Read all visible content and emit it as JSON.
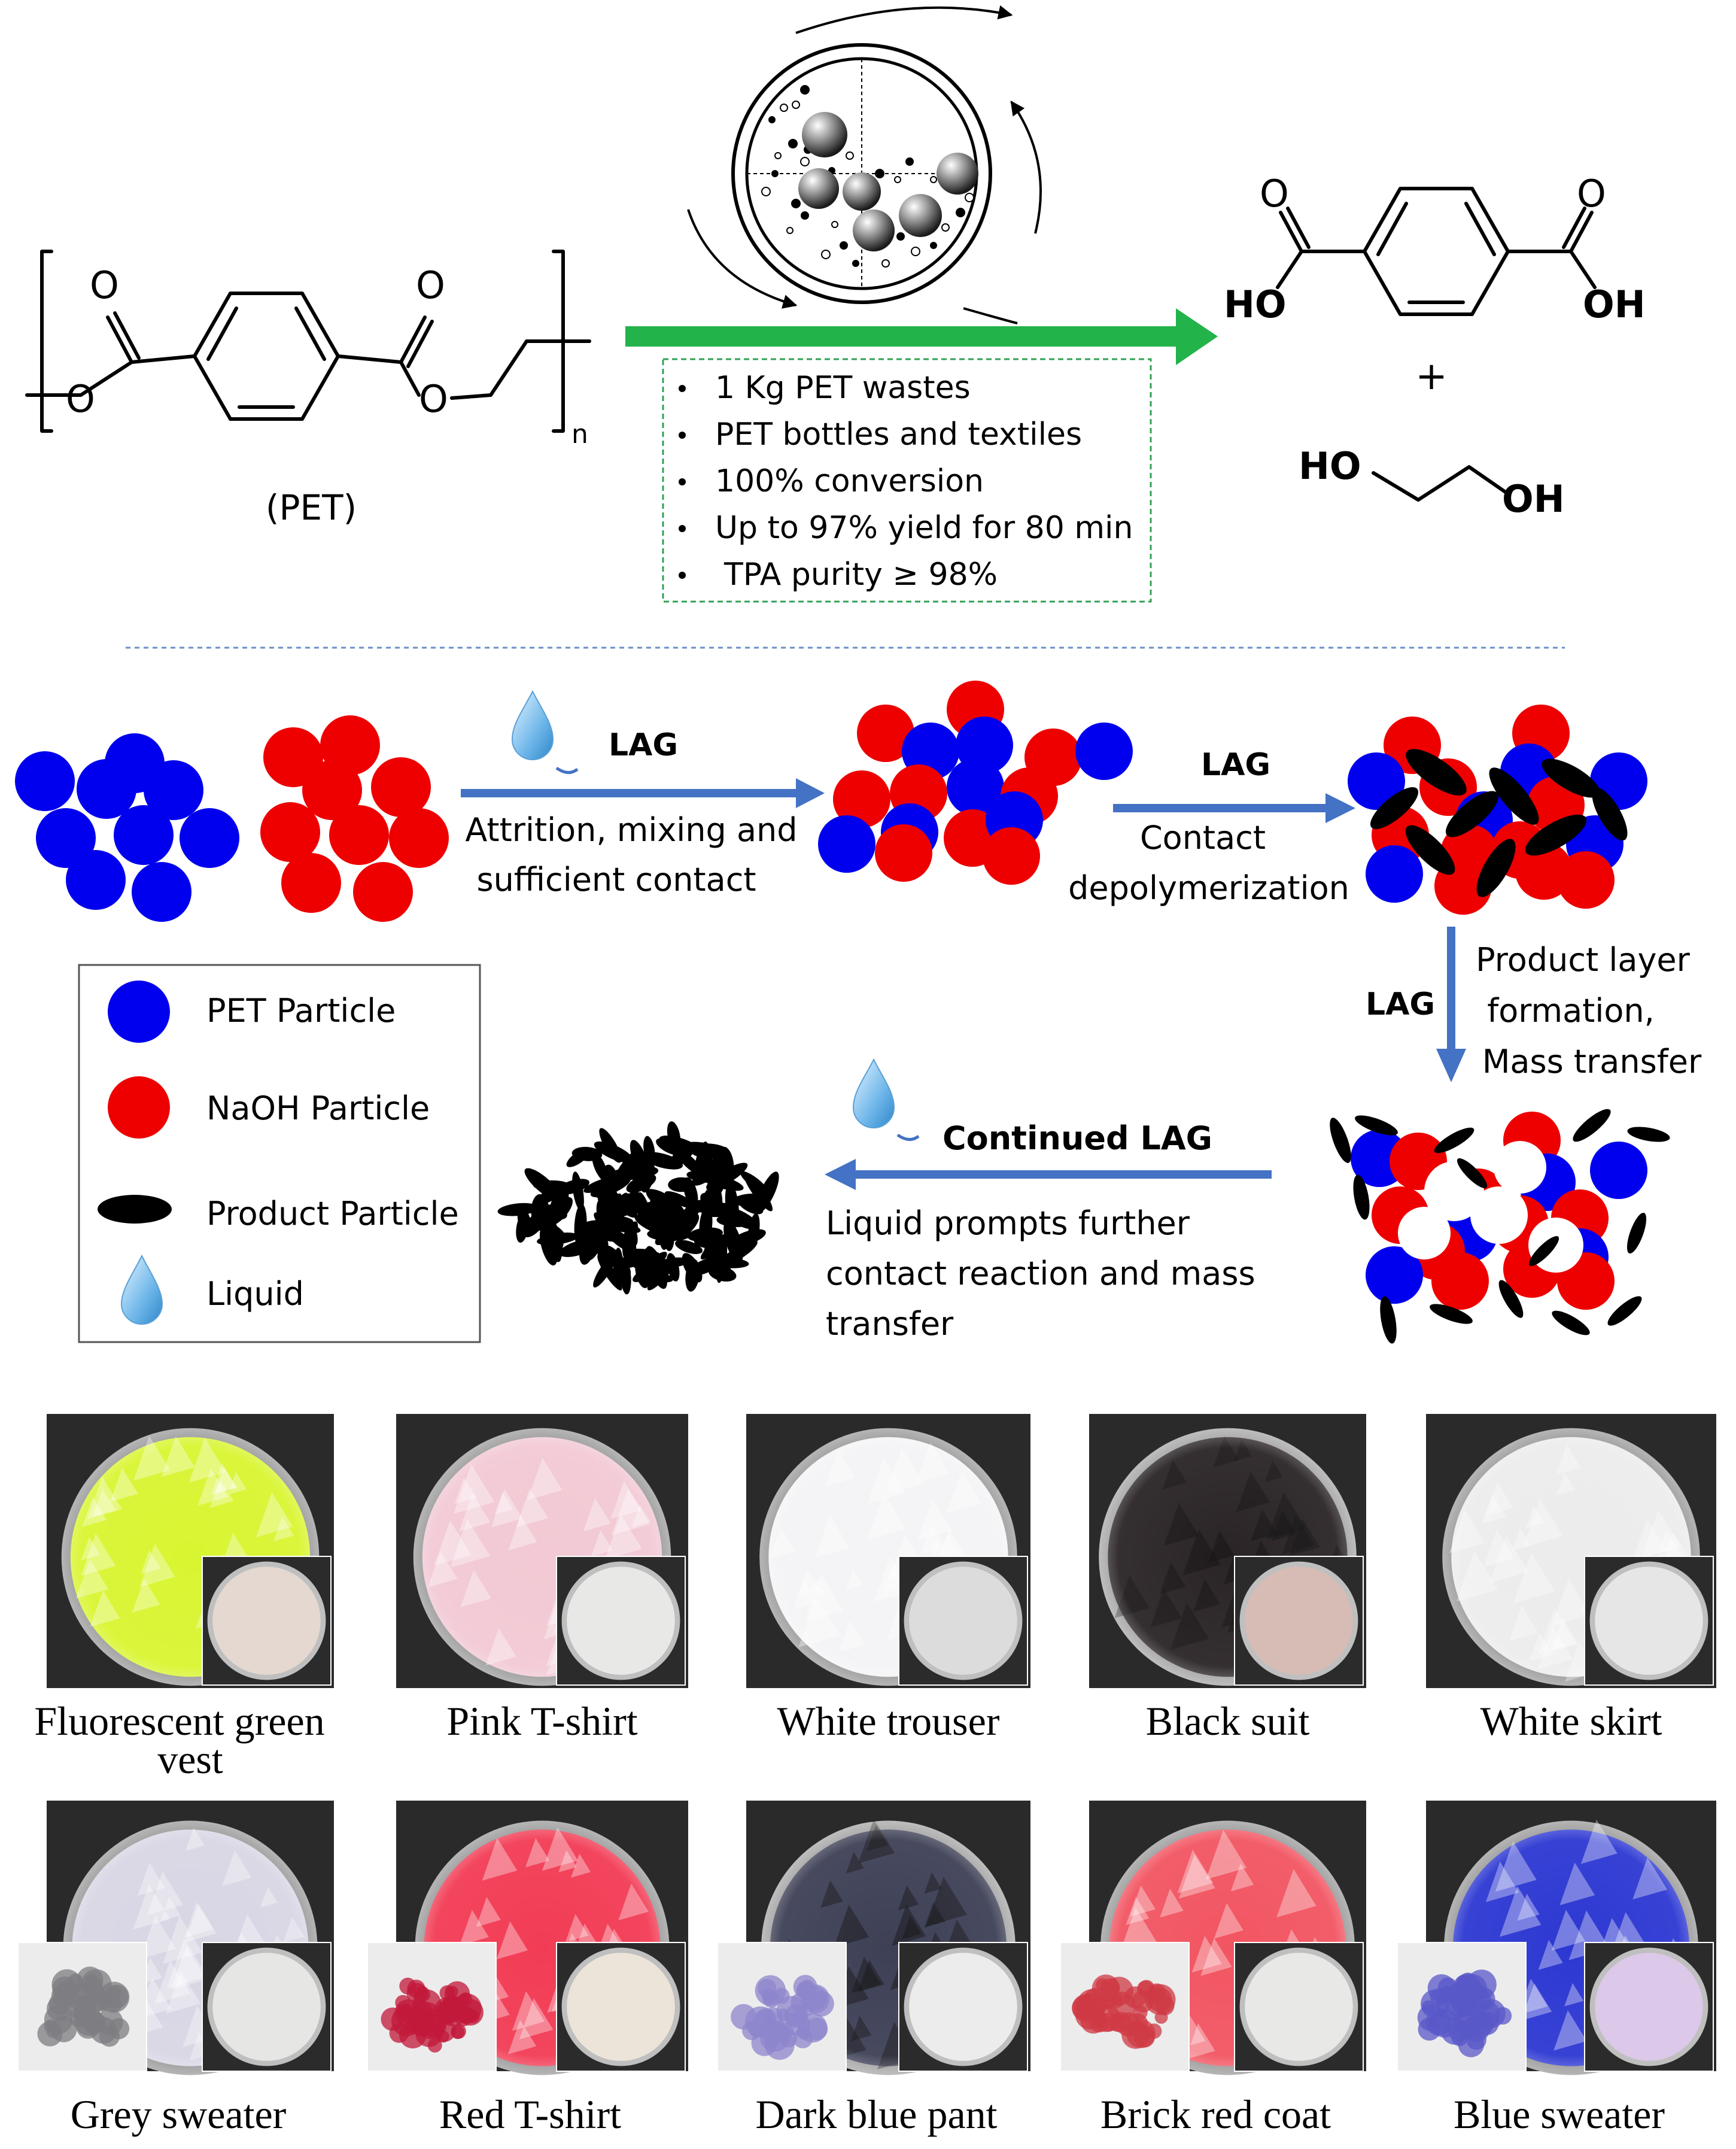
{
  "reaction": {
    "pet_label": "(PET)",
    "repeat_subscript": "n",
    "atoms": {
      "O": "O",
      "HO": "HO",
      "OH": "OH"
    },
    "plus": "+",
    "conditions": [
      "1 Kg PET wastes",
      "PET bottles and textiles",
      "100% conversion",
      "Up to 97% yield for 80 min",
      "TPA purity ≥ 98%"
    ]
  },
  "mechanism": {
    "lag": "LAG",
    "step1_text": [
      "Attrition, mixing and",
      "sufficient contact"
    ],
    "step2_text": [
      "Contact",
      "depolymerization"
    ],
    "step3_text": [
      "Product layer",
      "formation,",
      "Mass transfer"
    ],
    "step4_label": "Continued LAG",
    "step4_text": [
      "Liquid  prompts further",
      "contact reaction and mass",
      "transfer"
    ]
  },
  "legend": {
    "pet": "PET Particle",
    "naoh": "NaOH Particle",
    "product": "Product Particle",
    "liquid": "Liquid"
  },
  "colors": {
    "pet": "#0000ee",
    "naoh": "#ee0000",
    "product": "#000000",
    "arrow_green": "#22b34a",
    "arrow_blue": "#4472c4",
    "box_border": "#33a055",
    "separator": "#6b8fc9"
  },
  "samples": [
    {
      "label": "Fluorescent green vest",
      "fabric": "#d9f531",
      "product": "#e4d8d0",
      "dark": false
    },
    {
      "label": "Pink T-shirt",
      "fabric": "#f2c9d4",
      "product": "#e8e8e6",
      "dark": false
    },
    {
      "label": "White trouser",
      "fabric": "#f4f4f6",
      "product": "#dcdcdc",
      "dark": false
    },
    {
      "label": "Black suit",
      "fabric": "#2a2427",
      "product": "#d6bcb4",
      "dark": true
    },
    {
      "label": "White skirt",
      "fabric": "#ececec",
      "product": "#e6e6e6",
      "dark": false
    },
    {
      "label": "Grey sweater",
      "fabric": "#d8d6e4",
      "product": "#e6e6e4",
      "fiber": "#7d7d82",
      "dark": false
    },
    {
      "label": "Red T-shirt",
      "fabric": "#f23c55",
      "product": "#ece4d8",
      "fiber": "#c2183a",
      "dark": false
    },
    {
      "label": "Dark blue pant",
      "fabric": "#3e4056",
      "product": "#ececec",
      "fiber": "#8d86cc",
      "dark": true
    },
    {
      "label": "Brick red coat",
      "fabric": "#f25562",
      "product": "#e8e8e6",
      "fiber": "#cf3a44",
      "dark": false
    },
    {
      "label": "Blue sweater",
      "fabric": "#2d38d2",
      "product": "#dcc8e8",
      "fiber": "#5a58c8",
      "dark": false
    }
  ]
}
